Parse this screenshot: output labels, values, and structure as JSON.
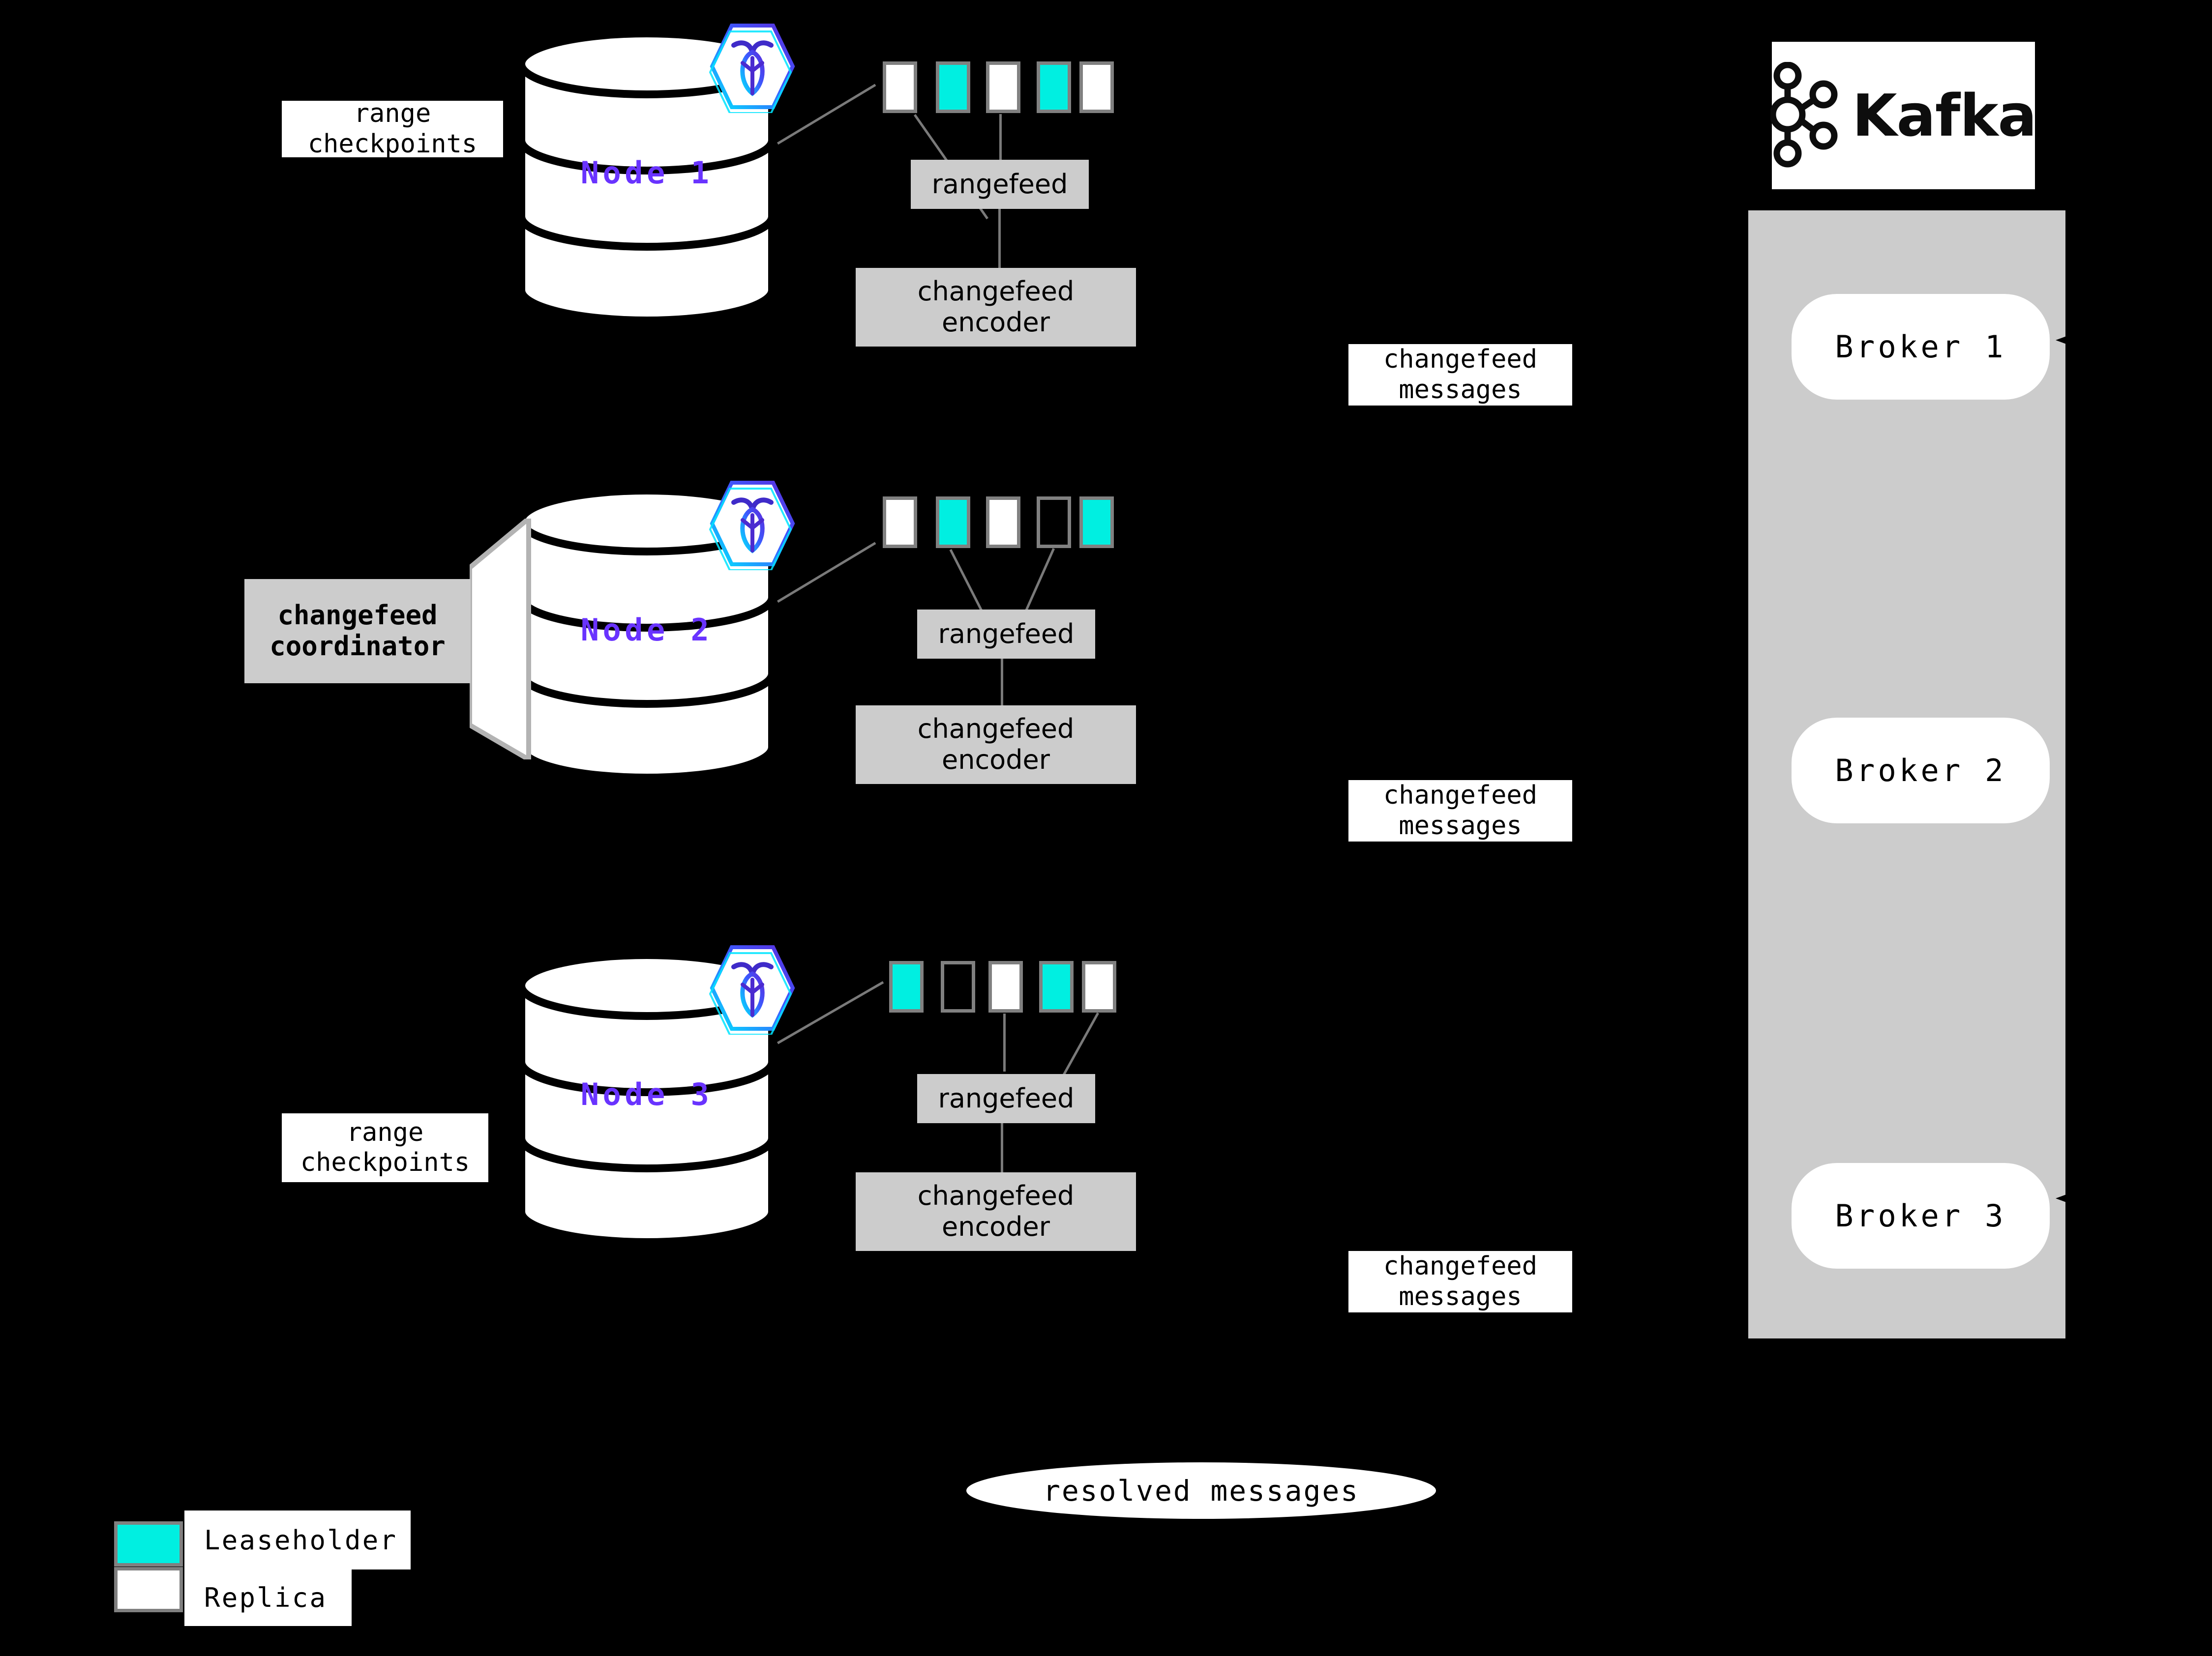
{
  "diagram": {
    "title": "CockroachDB changefeed to Kafka architecture",
    "colors": {
      "background": "#000000",
      "leaseholder": "#00efe1",
      "replica": "#ffffff",
      "range_border": "#808080",
      "process_box": "#cccccc",
      "node_label": "#6933ff",
      "connector": "#7a7a7a"
    }
  },
  "nodes": [
    {
      "id": "node-1",
      "label": "Node 1",
      "logo_icon": "cockroachdb-hexagon-icon",
      "ranges": [
        "replica",
        "leaseholder",
        "replica",
        "leaseholder",
        "replica"
      ],
      "rangefeed_label": "rangefeed",
      "encoder_label_line1": "changefeed",
      "encoder_label_line2": "encoder",
      "checkpoint_label_line1": "range",
      "checkpoint_label_line2": "checkpoints",
      "has_checkpoint_label": true,
      "has_coordinator": false
    },
    {
      "id": "node-2",
      "label": "Node 2",
      "logo_icon": "cockroachdb-hexagon-icon",
      "ranges": [
        "replica",
        "leaseholder",
        "replica",
        "empty",
        "leaseholder"
      ],
      "rangefeed_label": "rangefeed",
      "encoder_label_line1": "changefeed",
      "encoder_label_line2": "encoder",
      "checkpoint_label_line1": "",
      "checkpoint_label_line2": "",
      "has_checkpoint_label": false,
      "has_coordinator": true,
      "coordinator_line1": "changefeed",
      "coordinator_line2": "coordinator"
    },
    {
      "id": "node-3",
      "label": "Node 3",
      "logo_icon": "cockroachdb-hexagon-icon",
      "ranges": [
        "leaseholder",
        "empty",
        "replica",
        "leaseholder",
        "replica"
      ],
      "rangefeed_label": "rangefeed",
      "encoder_label_line1": "changefeed",
      "encoder_label_line2": "encoder",
      "checkpoint_label_line1": "range",
      "checkpoint_label_line2": "checkpoints",
      "has_checkpoint_label": true,
      "has_coordinator": false
    }
  ],
  "message_labels": [
    {
      "line1": "changefeed",
      "line2": "messages"
    },
    {
      "line1": "changefeed",
      "line2": "messages"
    },
    {
      "line1": "changefeed",
      "line2": "messages"
    }
  ],
  "kafka": {
    "wordmark": "Kafka",
    "logo_icon": "kafka-nodes-icon",
    "brokers": [
      {
        "label": "Broker 1"
      },
      {
        "label": "Broker 2"
      },
      {
        "label": "Broker 3"
      }
    ]
  },
  "resolved": {
    "label": "resolved messages"
  },
  "legend": {
    "items": [
      {
        "swatch": "leaseholder",
        "label": "Leaseholder"
      },
      {
        "swatch": "replica",
        "label": "Replica"
      }
    ]
  }
}
